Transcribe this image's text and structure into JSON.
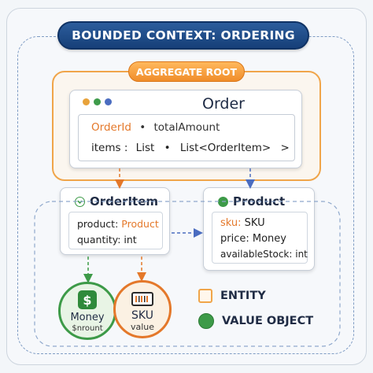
{
  "bounded_context": {
    "title": "BOUNDED CONTEXT: ORDERING"
  },
  "aggregate_root": {
    "label": "AGGREGATE ROOT"
  },
  "order": {
    "title": "Order",
    "fields_line1": {
      "name": "OrderId",
      "sep": "•",
      "rest": "totalAmount"
    },
    "fields_line2": {
      "name": "items :",
      "type": "List",
      "sep": "•",
      "rest": "List<OrderItem>",
      "chevron": ">"
    }
  },
  "order_item": {
    "title": "OrderItem",
    "field1_name": "product:",
    "field1_type": "Product",
    "field2": "quantity: int"
  },
  "product": {
    "title": "Product",
    "field1_name": "sku:",
    "field1_type": "SKU",
    "field2": "price: Money",
    "field3": "availableStock: int"
  },
  "money": {
    "icon": "dollar-icon",
    "glyph": "$",
    "title": "Money",
    "subtitle": "$nrount"
  },
  "sku": {
    "icon": "barcode-icon",
    "title": "SKU",
    "subtitle": "value"
  },
  "legend": {
    "entity": "ENTITY",
    "value_object": "VALUE OBJECT"
  },
  "colors": {
    "accent_blue": "#1d4a86",
    "aggregate_orange": "#f0a54a",
    "value_green": "#3d9a48",
    "field_orange": "#e4782a"
  }
}
